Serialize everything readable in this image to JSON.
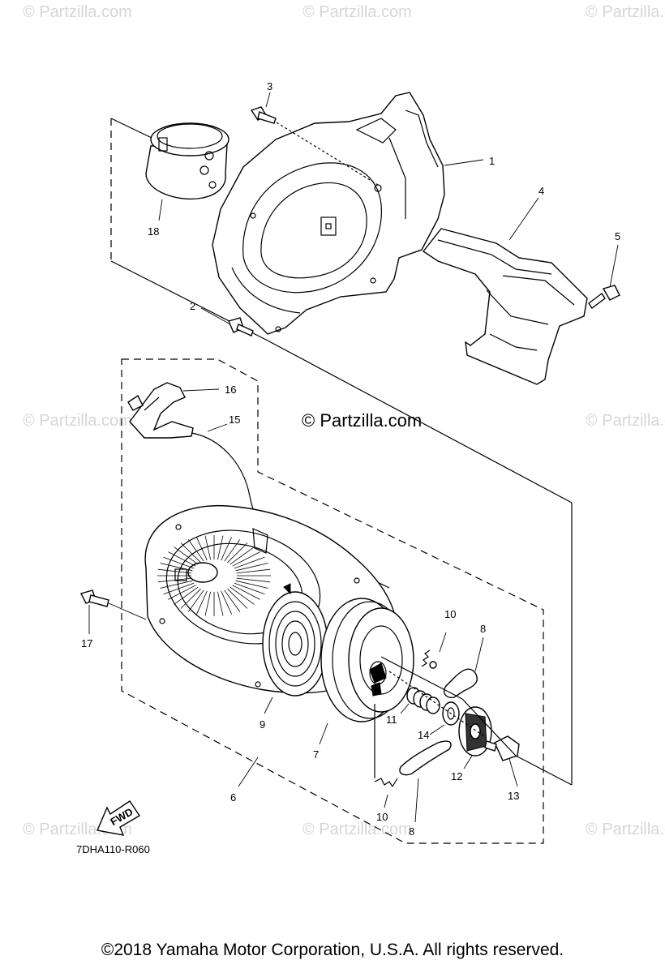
{
  "watermarks": [
    "© Partzilla.com",
    "© Partzilla.com",
    "© Partzilla.com",
    "© Partzilla.com",
    "© Partzilla.com",
    "© Partzilla.com",
    "© Partzilla.com",
    "© Partzilla.com"
  ],
  "center_watermark": "© Partzilla.com",
  "callouts": {
    "c1": "1",
    "c2": "2",
    "c3": "3",
    "c4": "4",
    "c5": "5",
    "c6": "6",
    "c7": "7",
    "c8a": "8",
    "c8b": "8",
    "c9": "9",
    "c10a": "10",
    "c10b": "10",
    "c11": "11",
    "c12": "12",
    "c13": "13",
    "c14": "14",
    "c15": "15",
    "c16": "16",
    "c17": "17",
    "c18": "18"
  },
  "fwd_label": "FWD",
  "diagram_code": "7DHA110-R060",
  "footer": "©2018  Yamaha Motor Corporation, U.S.A. All rights reserved."
}
